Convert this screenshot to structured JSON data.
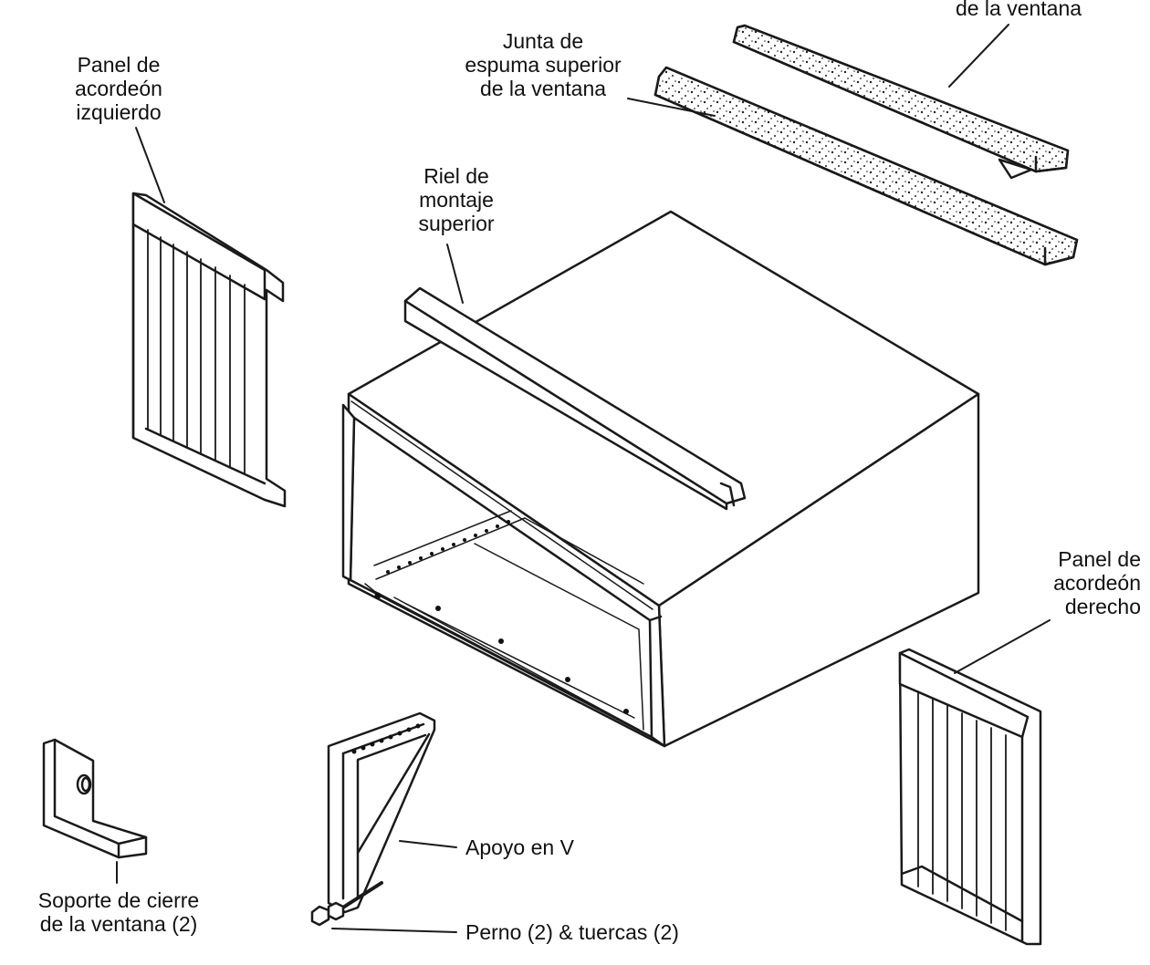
{
  "colors": {
    "stroke": "#1a1a1a",
    "paper": "#ffffff",
    "foam": "#ffffff",
    "foam_dot": "#222222"
  },
  "labels": {
    "foam_top_cut": "de la ventana",
    "foam_upper": "Junta de\nespuma superior\nde la ventana",
    "left_panel": "Panel de\nacordeón\nizquierdo",
    "top_rail": "Riel de\nmontaje\nsuperior",
    "right_panel": "Panel de\nacordeón\nderecho",
    "v_support": "Apoyo en V",
    "lock_bracket": "Soporte de cierre\nde la ventana (2)",
    "bolts": "Perno (2) & tuercas (2)"
  }
}
